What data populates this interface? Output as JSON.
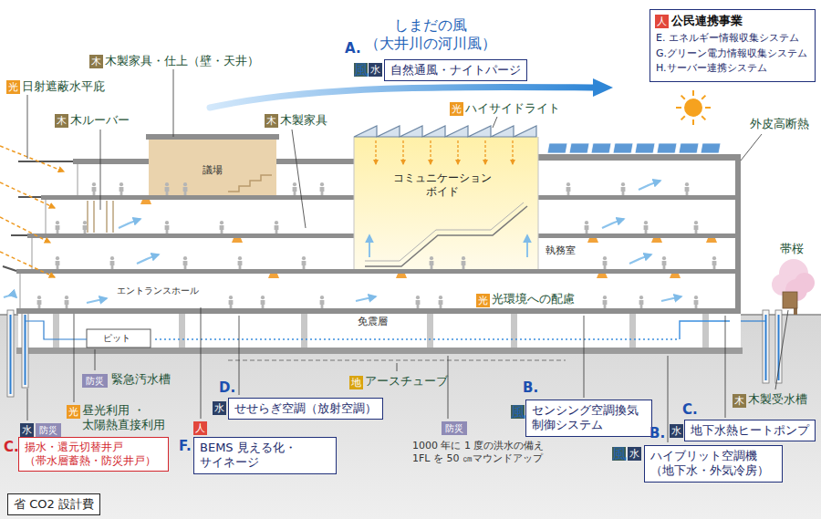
{
  "diagram": {
    "nodes": [
      {
        "text": [
          "公民連携事業",
          "E. エネルギー情報収集システム",
          "G.グリーン電力情報収集システム",
          "H.サーバー連携システム"
        ]
      },
      {
        "text": [
          "人"
        ],
        "in": 0
      },
      {
        "text": [
          "風"
        ]
      },
      {
        "text": [
          "水"
        ]
      },
      {
        "text": [
          "自然通風・ナイトパージ"
        ]
      },
      {
        "text": [
          "光"
        ]
      },
      {
        "text": [
          "木"
        ]
      },
      {
        "text": [
          "木"
        ]
      },
      {
        "text": [
          "木"
        ]
      },
      {
        "text": [
          "光"
        ]
      },
      {
        "text": [
          "光"
        ]
      },
      {
        "text": [
          "防災"
        ]
      },
      {
        "text": [
          "地"
        ]
      },
      {
        "text": [
          "光"
        ]
      },
      {
        "text": [
          "木"
        ]
      },
      {
        "text": [
          "水"
        ]
      },
      {
        "text": [
          "防災"
        ]
      },
      {
        "text": [
          "揚水・還元切替井戸 （帯水層蓄熱・防災井戸）"
        ]
      },
      {
        "text": [
          "水"
        ]
      },
      {
        "text": [
          "せせらぎ空調（放射空調）"
        ]
      },
      {
        "text": [
          "人"
        ]
      },
      {
        "text": [
          "BEMS 見える化・サイネージ"
        ]
      },
      {
        "text": [
          "防災"
        ]
      },
      {
        "text": [
          "風"
        ]
      },
      {
        "text": [
          "センシング空調換気 制御システム"
        ]
      },
      {
        "text": [
          "水"
        ]
      },
      {
        "text": [
          "地下水熱ヒートポンプ"
        ]
      },
      {
        "text": [
          "風"
        ]
      },
      {
        "text": [
          "水"
        ]
      },
      {
        "text": [
          "ハイブリット空調機 （地下水・外気冷房）"
        ]
      },
      {
        "text": [
          "省 CO2 設計費"
        ]
      }
    ],
    "labels": [
      "しまだの風 （大井川の河川風）",
      "A.",
      "日射遮蔽水平庇",
      "木製家具・仕上（壁・天井）",
      "木ルーバー",
      "木製家具",
      "ハイサイドライト",
      "外皮高断熱",
      "議場",
      "コミュニケーション ボイド",
      "執務室",
      "帯桜",
      "エントランスホール",
      "光環境への配慮",
      "免震層",
      "ピット",
      "緊急汚水槽",
      "アースチューブ",
      "昼光利用 ・太陽熱直接利用",
      "木製受水槽",
      "C.",
      "D.",
      "F.",
      "1000 年に 1 度の洪水の備え 1FL を 50 ㎝マウンドアップ",
      "B.",
      "C.",
      "B."
    ]
  }
}
